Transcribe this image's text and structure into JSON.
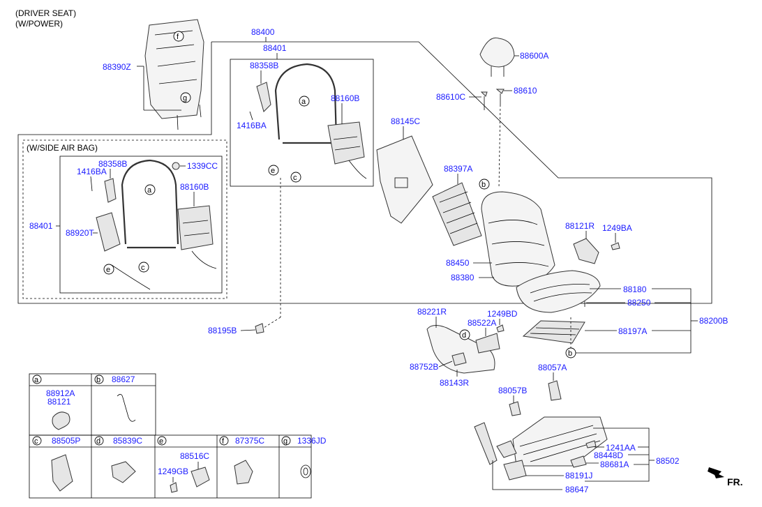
{
  "header": {
    "line1": "(DRIVER SEAT)",
    "line2": "(W/POWER)"
  },
  "section_labels": {
    "side_air_bag": "(W/SIDE AIR BAG)"
  },
  "parts": {
    "p88400": "88400",
    "p88401_top": "88401",
    "p88401_left": "88401",
    "p88390Z": "88390Z",
    "p88358B_top": "88358B",
    "p88358B_left": "88358B",
    "p1416BA_top": "1416BA",
    "p1416BA_left": "1416BA",
    "p88160B_top": "88160B",
    "p88160B_left": "88160B",
    "p1339CC": "1339CC",
    "p88920T": "88920T",
    "p88145C": "88145C",
    "p88397A": "88397A",
    "p88600A": "88600A",
    "p88610C": "88610C",
    "p88610": "88610",
    "p88121R": "88121R",
    "p1249BA": "1249BA",
    "p88450": "88450",
    "p88380": "88380",
    "p88180": "88180",
    "p88250": "88250",
    "p88200B": "88200B",
    "p88197A": "88197A",
    "p88221R": "88221R",
    "p1249BD": "1249BD",
    "p88522A": "88522A",
    "p88752B": "88752B",
    "p88143R": "88143R",
    "p88195B": "88195B",
    "p88057A": "88057A",
    "p88057B": "88057B",
    "p1241AA": "1241AA",
    "p88448D": "88448D",
    "p88502": "88502",
    "p88681A": "88681A",
    "p88191J": "88191J",
    "p88647": "88647"
  },
  "callouts": [
    "a",
    "b",
    "c",
    "d",
    "e",
    "f",
    "g"
  ],
  "legend": {
    "cells": [
      {
        "letter": "a",
        "parts": [
          "88912A",
          "88121"
        ]
      },
      {
        "letter": "b",
        "parts": [
          "88627"
        ]
      },
      {
        "letter": "c",
        "parts": [
          "88505P"
        ]
      },
      {
        "letter": "d",
        "parts": [
          "85839C"
        ]
      },
      {
        "letter": "e",
        "parts": [
          "88516C",
          "1249GB"
        ]
      },
      {
        "letter": "f",
        "parts": [
          "87375C"
        ]
      },
      {
        "letter": "g",
        "parts": [
          "1336JD"
        ]
      }
    ]
  },
  "direction": "FR."
}
